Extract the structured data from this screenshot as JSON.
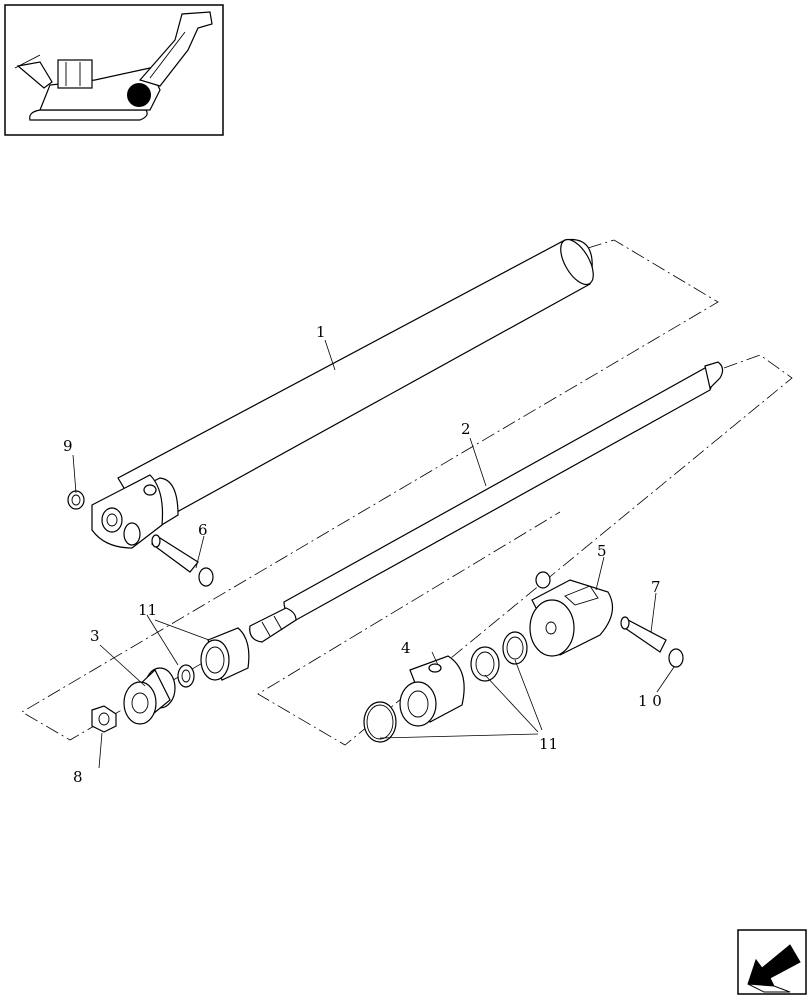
{
  "diagram": {
    "callouts": [
      {
        "id": "1",
        "text": "1"
      },
      {
        "id": "2",
        "text": "2"
      },
      {
        "id": "3",
        "text": "3"
      },
      {
        "id": "4",
        "text": "4"
      },
      {
        "id": "5",
        "text": "5"
      },
      {
        "id": "6",
        "text": "6"
      },
      {
        "id": "7",
        "text": "7"
      },
      {
        "id": "8",
        "text": "8"
      },
      {
        "id": "9",
        "text": "9"
      },
      {
        "id": "10",
        "text": "1 0"
      },
      {
        "id": "11a",
        "text": "11"
      },
      {
        "id": "11b",
        "text": "11"
      }
    ]
  },
  "thumbnail": {
    "icon": "harvester-locator-icon"
  },
  "navigation": {
    "icon": "back-arrow-icon"
  }
}
